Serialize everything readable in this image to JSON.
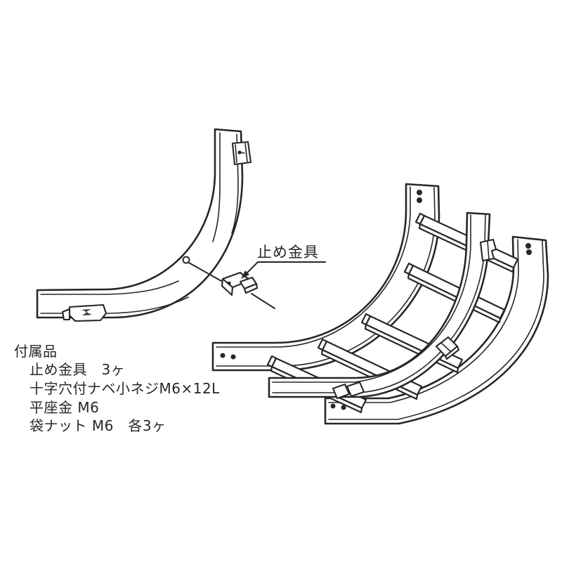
{
  "figure": {
    "background": "#ffffff",
    "line_color": "#26262c",
    "description": "ケーブルラダー曲がり部品の線画（セパレートレール単品と組立済み曲がり本体）"
  },
  "callout": {
    "label": "止め金具"
  },
  "accessories": {
    "title": "付属品",
    "items": [
      "止め金具　3ヶ",
      "十字穴付ナベ小ネジM6×12L",
      "平座金 M6",
      "袋ナット M6　各3ヶ"
    ]
  }
}
